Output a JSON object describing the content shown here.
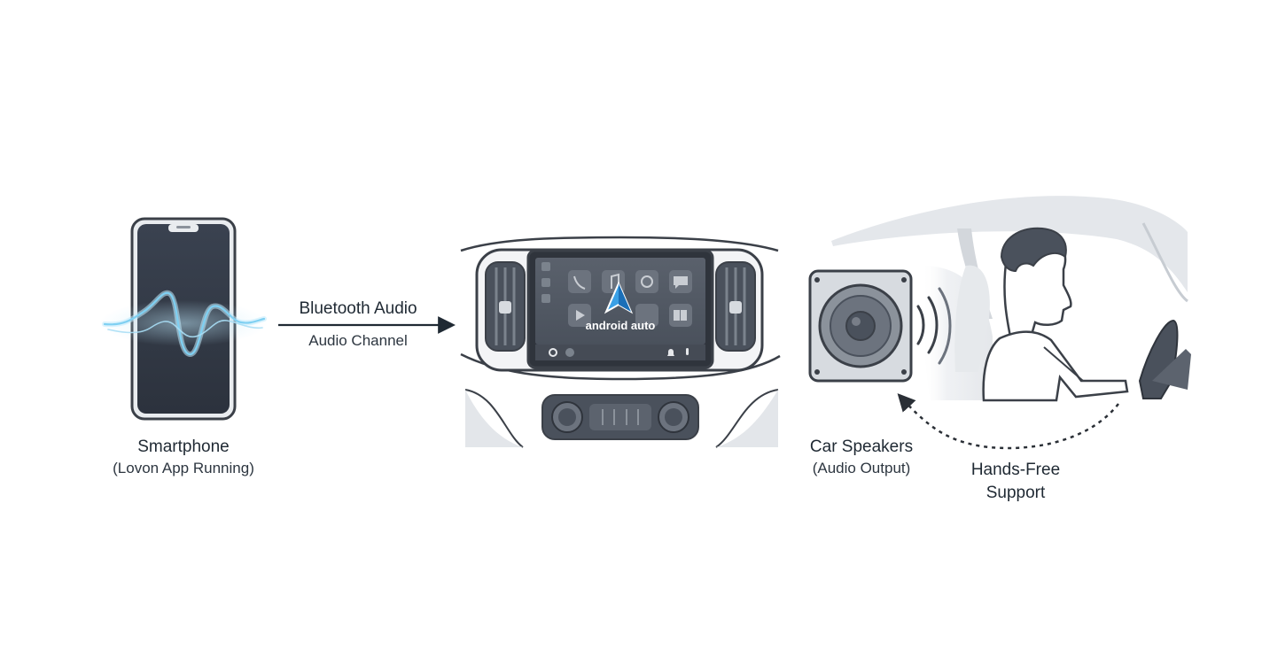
{
  "smartphone": {
    "title": "Smartphone",
    "subtitle": "(Lovon App Running)",
    "icon": "soundwave-icon"
  },
  "connection": {
    "title": "Bluetooth Audio",
    "subtitle": "Audio Channel"
  },
  "head_unit": {
    "logo_text": "android auto",
    "app_icons": [
      "phone-icon",
      "music-icon",
      "maps-icon",
      "message-icon",
      "play-icon",
      "android-auto-icon",
      "book-icon"
    ],
    "status_icons": [
      "home-icon",
      "circle-icon",
      "bell-icon",
      "microphone-icon"
    ]
  },
  "speakers": {
    "title": "Car Speakers",
    "subtitle": "(Audio Output)"
  },
  "hands_free": {
    "title_line1": "Hands-Free",
    "title_line2": "Support"
  },
  "colors": {
    "dark_outline": "#3b4048",
    "screen": "#3f4652",
    "wave_glow": "#8fd6f5",
    "light_gray": "#e3e6ea",
    "android_blue": "#3aa0e6"
  }
}
